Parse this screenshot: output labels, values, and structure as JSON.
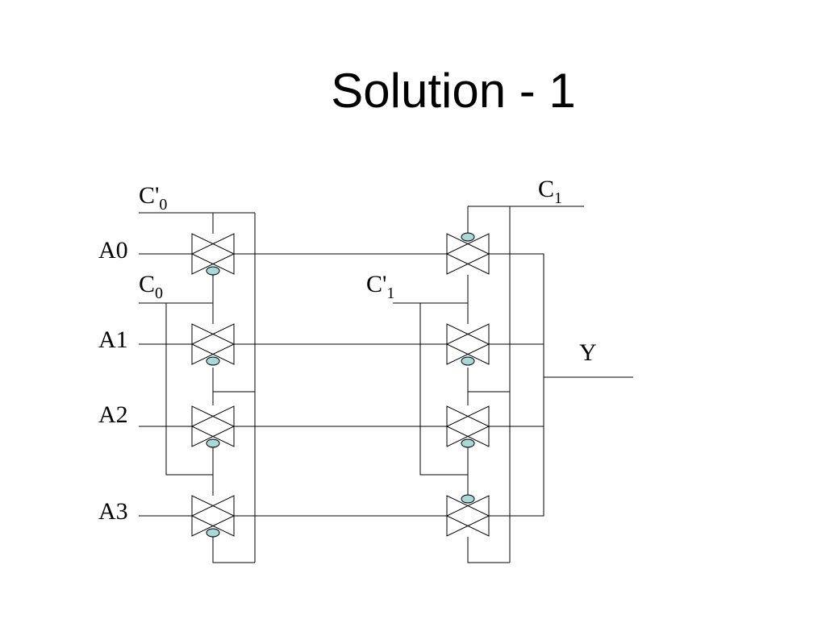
{
  "slide": {
    "title": "Solution - 1"
  },
  "colors": {
    "bubble_fill": "#a8d8d8",
    "line": "#000000"
  },
  "diagram": {
    "inputs": [
      "A0",
      "A1",
      "A2",
      "A3"
    ],
    "output": "Y",
    "controls": {
      "c0_bar": {
        "base": "C'",
        "sub": "0"
      },
      "c0": {
        "base": "C",
        "sub": "0"
      },
      "c1": {
        "base": "C",
        "sub": "1"
      },
      "c1_bar": {
        "base": "C'",
        "sub": "1"
      }
    }
  }
}
